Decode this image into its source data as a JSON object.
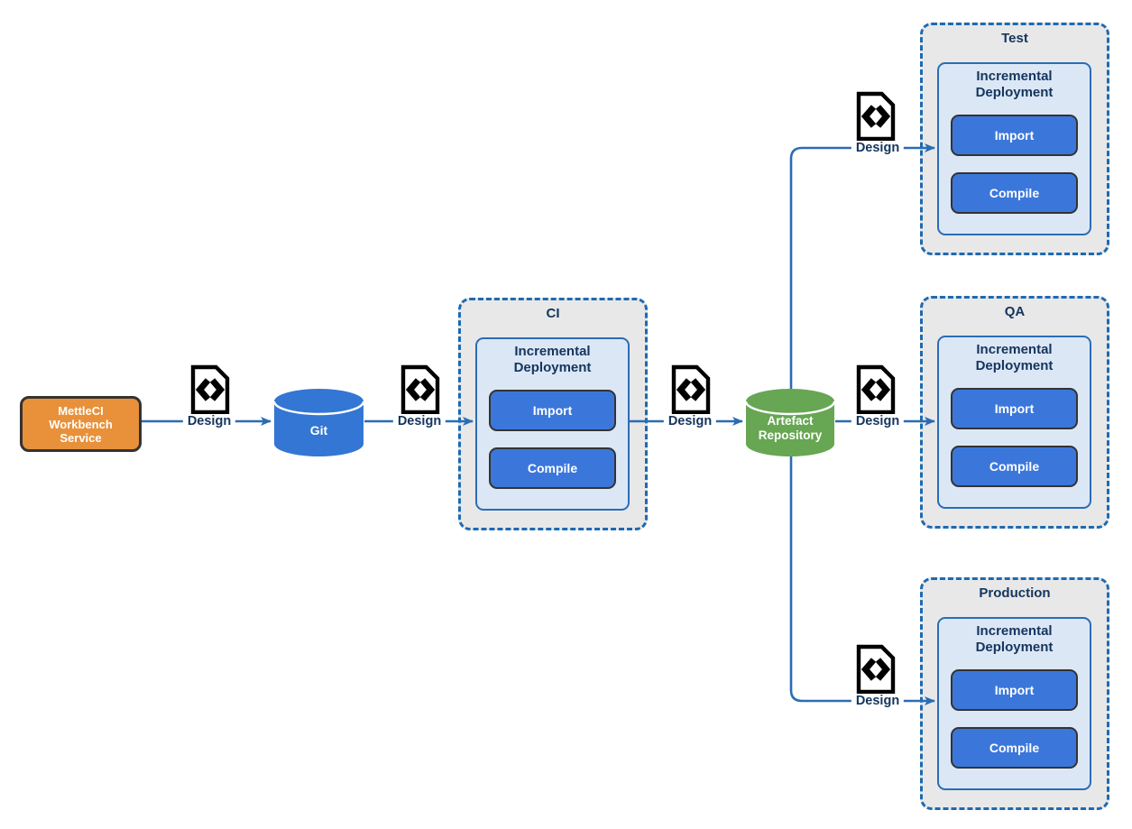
{
  "diagram": {
    "nodes": {
      "workbench": {
        "label": "MettleCI Workbench Service",
        "shape": "rounded-rectangle",
        "color": "#e8913a"
      },
      "git": {
        "label": "Git",
        "shape": "cylinder",
        "color": "#3376d4"
      },
      "artefact_repository": {
        "label": "Artefact Repository",
        "shape": "cylinder",
        "color": "#67a653"
      }
    },
    "environments": [
      {
        "label": "CI",
        "deployment_title": "Incremental Deployment",
        "import_label": "Import",
        "compile_label": "Compile"
      },
      {
        "label": "Test",
        "deployment_title": "Incremental Deployment",
        "import_label": "Import",
        "compile_label": "Compile"
      },
      {
        "label": "QA",
        "deployment_title": "Incremental Deployment",
        "import_label": "Import",
        "compile_label": "Compile"
      },
      {
        "label": "Production",
        "deployment_title": "Incremental Deployment",
        "import_label": "Import",
        "compile_label": "Compile"
      }
    ],
    "edges": [
      {
        "from": "MettleCI Workbench Service",
        "to": "Git",
        "label": "Design",
        "icon": "code-file-icon"
      },
      {
        "from": "Git",
        "to": "CI",
        "label": "Design",
        "icon": "code-file-icon"
      },
      {
        "from": "CI",
        "to": "Artefact Repository",
        "label": "Design",
        "icon": "code-file-icon"
      },
      {
        "from": "Artefact Repository",
        "to": "Test",
        "label": "Design",
        "icon": "code-file-icon"
      },
      {
        "from": "Artefact Repository",
        "to": "QA",
        "label": "Design",
        "icon": "code-file-icon"
      },
      {
        "from": "Artefact Repository",
        "to": "Production",
        "label": "Design",
        "icon": "code-file-icon"
      }
    ],
    "colors": {
      "connector": "#2a6cb5",
      "label_text": "#14355d",
      "container_fill": "#e8e8e8",
      "container_border": "#1d6ab2",
      "inner_fill": "#dce7f6",
      "inner_border": "#2a6db6",
      "button_fill": "#3b77db",
      "button_border": "#333333",
      "button_text": "#ffffff",
      "workbench_fill": "#e8913a",
      "git_fill": "#3376d4",
      "artefact_fill": "#67a653"
    }
  }
}
